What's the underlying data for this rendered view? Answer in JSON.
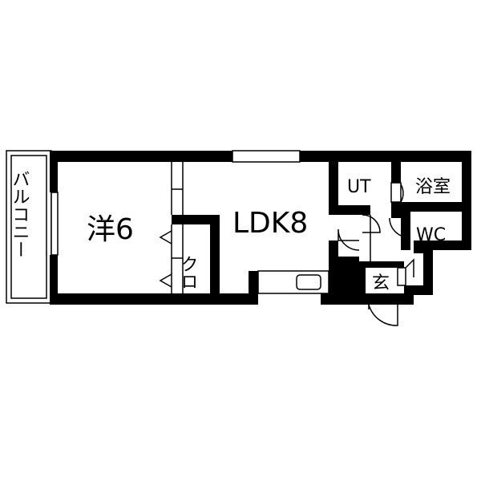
{
  "floor_plan": {
    "rooms": {
      "balcony": "バルコニー",
      "western_room": "洋6",
      "ldk": "LDK8",
      "closet": "クロ",
      "utility": "UT",
      "bathroom": "浴室",
      "toilet": "WC",
      "entrance": "玄"
    },
    "colors": {
      "wall": "#000000",
      "background": "#ffffff"
    }
  }
}
